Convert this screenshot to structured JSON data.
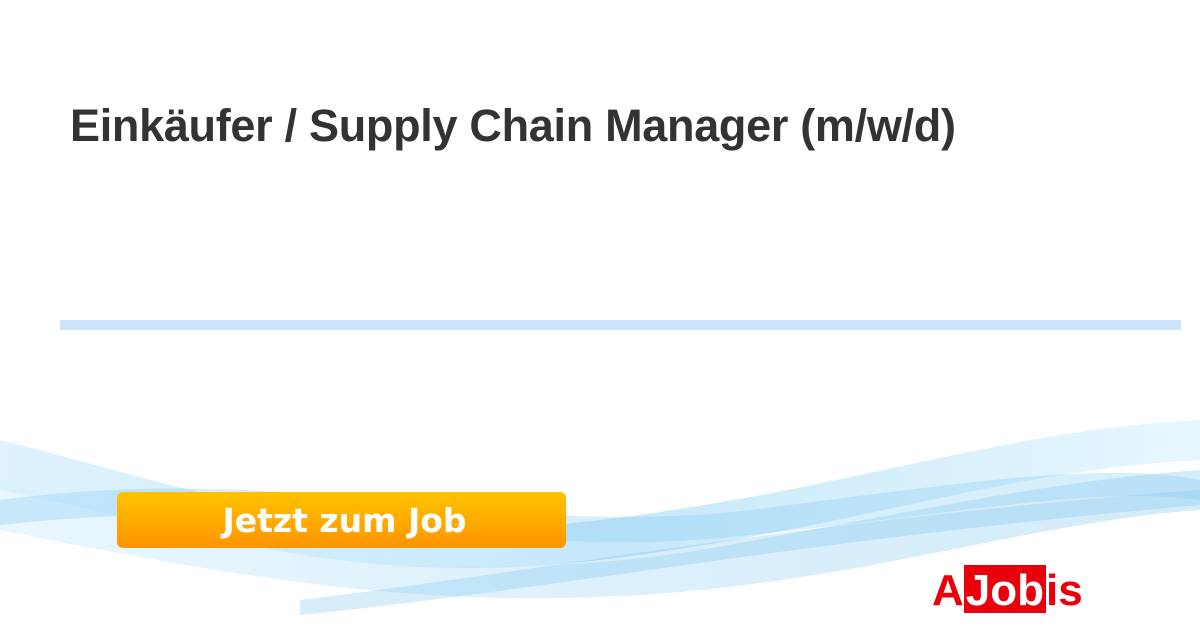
{
  "job": {
    "title": "Einkäufer / Supply Chain Manager (m/w/d)"
  },
  "cta": {
    "label": "Jetzt zum Job"
  },
  "logo": {
    "text": "AJobis",
    "part_a": "A",
    "part_job": "Job",
    "part_is": "is"
  },
  "colors": {
    "accent": "#ff9f00",
    "brand": "#e8000d",
    "divider": "#cce5fb",
    "title": "#333333"
  }
}
